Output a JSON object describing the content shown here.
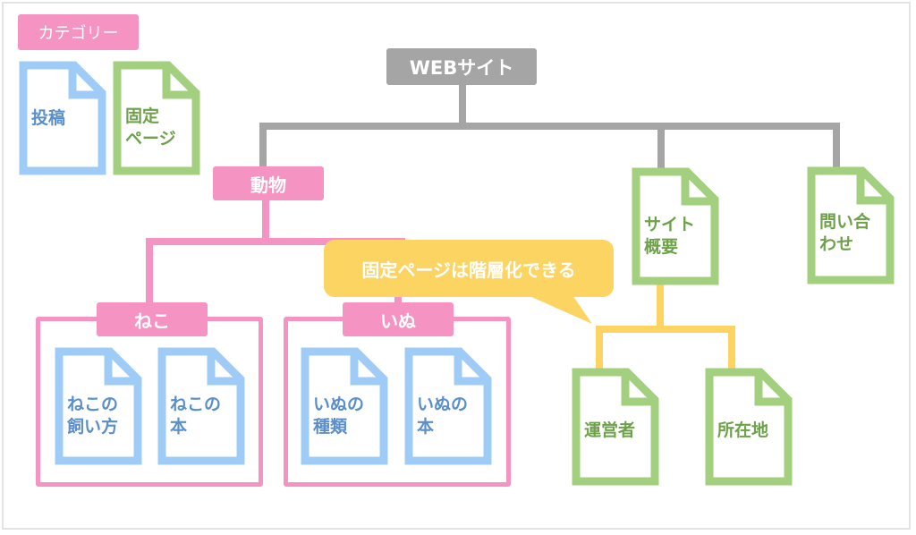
{
  "legend": {
    "category_label": "カテゴリー",
    "post_doc": "投稿",
    "page_doc_lines": [
      "固定",
      "ページ"
    ]
  },
  "root": {
    "label": "WEBサイト"
  },
  "category": {
    "label": "動物",
    "subcategories": [
      {
        "label": "ねこ",
        "posts": [
          {
            "lines": [
              "ねこの",
              "飼い方"
            ]
          },
          {
            "lines": [
              "ねこの",
              "本"
            ]
          }
        ]
      },
      {
        "label": "いぬ",
        "posts": [
          {
            "lines": [
              "いぬの",
              "種類"
            ]
          },
          {
            "lines": [
              "いぬの",
              "本"
            ]
          }
        ]
      }
    ]
  },
  "pages": [
    {
      "lines": [
        "サイト",
        "概要"
      ],
      "children": [
        {
          "lines": [
            "運営者"
          ]
        },
        {
          "lines": [
            "所在地"
          ]
        }
      ]
    },
    {
      "lines": [
        "問い合",
        "わせ"
      ]
    }
  ],
  "callout": {
    "text": "固定ページは階層化できる"
  },
  "colors": {
    "root": "#a5a5a5",
    "category": "#f593c3",
    "post": "#9fccf7",
    "page": "#a3d07f",
    "callout": "#fbd462"
  }
}
